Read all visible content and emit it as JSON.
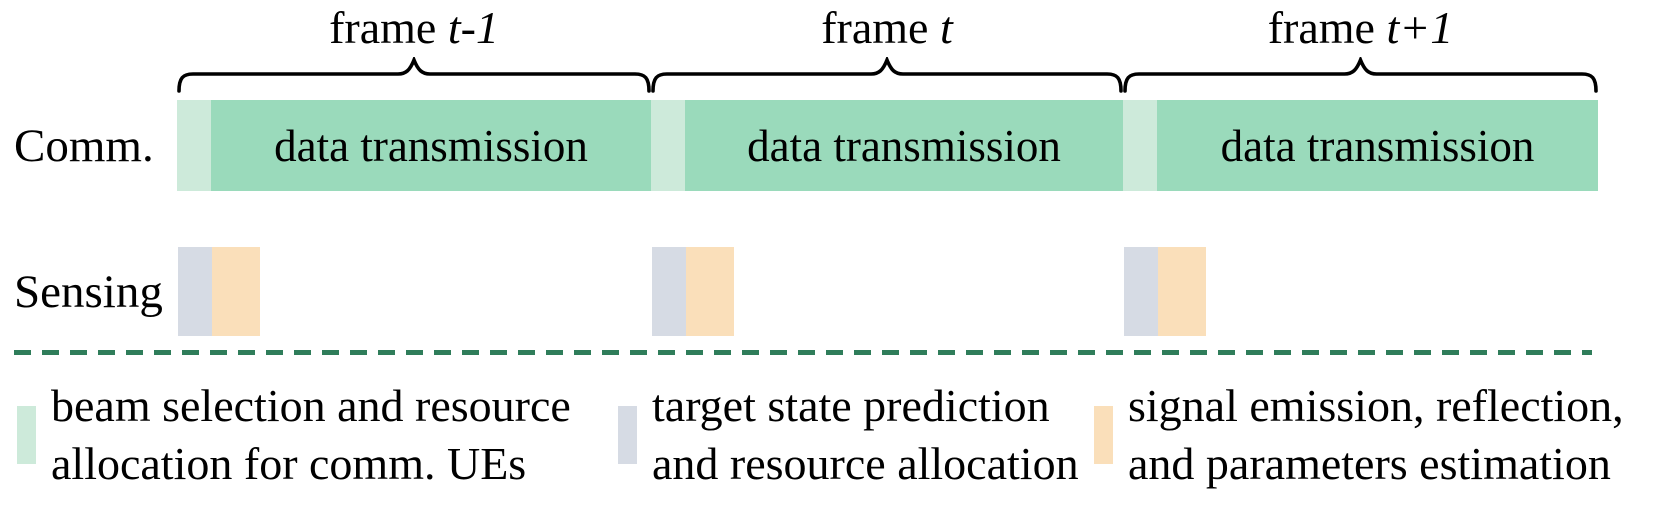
{
  "frames": [
    {
      "label_prefix": "frame ",
      "label_var": "t-1",
      "bar_label": "data transmission"
    },
    {
      "label_prefix": "frame ",
      "label_var": "t",
      "bar_label": "data transmission"
    },
    {
      "label_prefix": "frame ",
      "label_var": "t+1",
      "bar_label": "data transmission"
    }
  ],
  "row_labels": {
    "comm": "Comm.",
    "sensing": "Sensing"
  },
  "colors": {
    "beam_selection_green": "#cdeada",
    "data_transmission_green": "#9adabb",
    "target_prediction_gray": "#d6dbe4",
    "signal_emission_orange": "#fadfba",
    "divider_green": "#2f7d5a"
  },
  "legend": [
    {
      "line1": "beam selection and resource",
      "line2": "allocation for comm. UEs"
    },
    {
      "line1": "target state prediction",
      "line2": "and resource allocation"
    },
    {
      "line1": "signal emission, reflection,",
      "line2": "and parameters estimation"
    }
  ]
}
